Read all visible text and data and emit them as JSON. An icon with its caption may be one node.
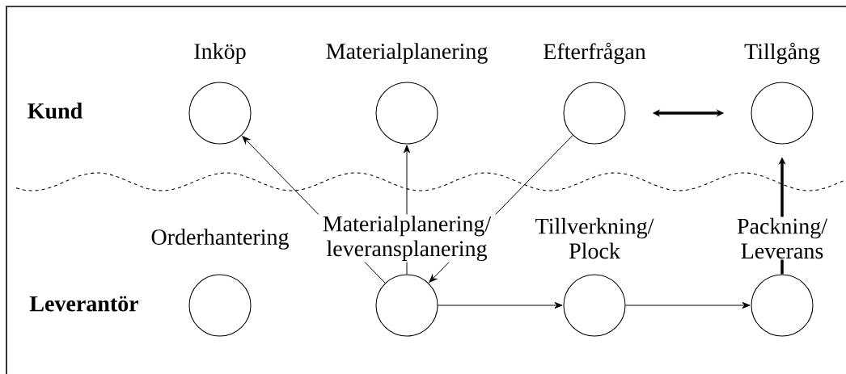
{
  "diagram": {
    "nodes": [
      {
        "text": [
          "Inköp"
        ]
      },
      {
        "text": [
          "Materialplanering"
        ]
      },
      {
        "text": [
          "Efterfrågan"
        ]
      },
      {
        "text": [
          "Tillgång"
        ]
      },
      {
        "text": [
          "Orderhantering"
        ]
      },
      {
        "text": [
          "Materialplanering/ leveransplanering"
        ]
      },
      {
        "text": [
          "Tillverkning/ Plock"
        ]
      },
      {
        "text": [
          "Packning/ Leverans"
        ]
      }
    ],
    "edges": [
      {
        "from": 5,
        "to": 0,
        "arrow": "to"
      },
      {
        "from": 5,
        "to": 1,
        "arrow": "to"
      },
      {
        "from": 2,
        "to": 5,
        "arrow": "to"
      },
      {
        "from": 2,
        "to": 3,
        "arrow": "both",
        "style": "thick"
      },
      {
        "from": 5,
        "to": 6,
        "arrow": "to"
      },
      {
        "from": 6,
        "to": 7,
        "arrow": "to"
      },
      {
        "from": 7,
        "to": 3,
        "arrow": "to",
        "style": "thick"
      }
    ],
    "labels": [
      "Kund",
      "Leverantör"
    ]
  }
}
